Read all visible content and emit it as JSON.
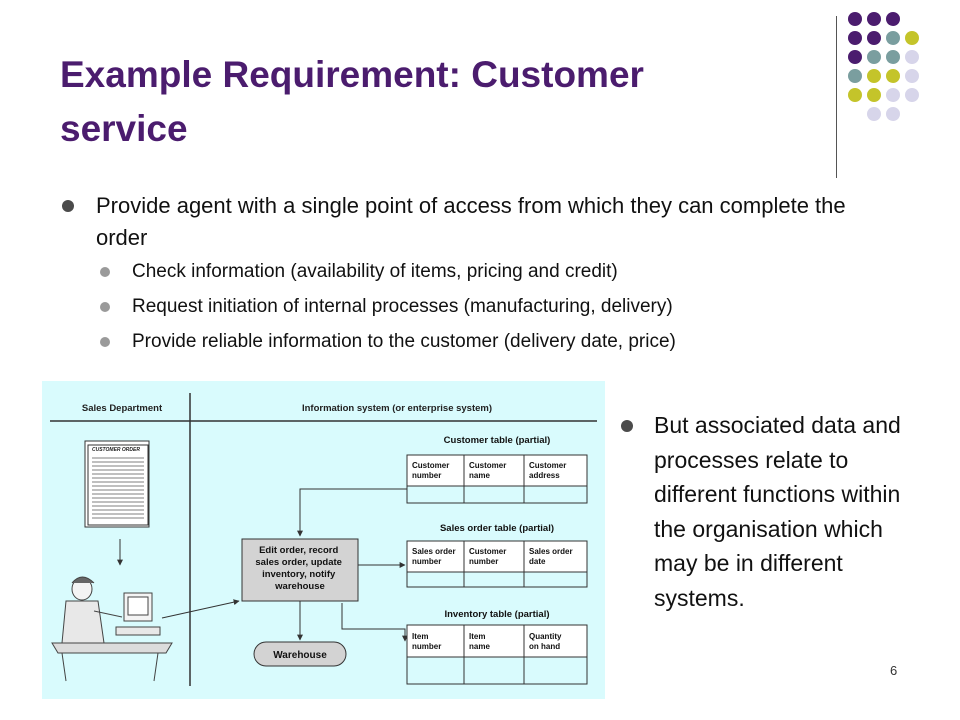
{
  "slide": {
    "title": "Example Requirement: Customer service",
    "bullets": [
      {
        "text": "Provide agent with a single point of access from which they can complete the order",
        "sub": [
          "Check information (availability of items, pricing and credit)",
          "Request initiation of internal processes (manufacturing, delivery)",
          "Provide reliable information to the customer (delivery date, price)"
        ]
      }
    ],
    "side_bullet": "But associated data and processes relate to different functions within the organisation which may be in different systems.",
    "page_number": "6"
  },
  "figure": {
    "left_header": "Sales Department",
    "right_header": "Information system (or enterprise system)",
    "doc_label": "CUSTOMER ORDER",
    "process_lines": [
      "Edit order, record",
      "sales order, update",
      "inventory, notify",
      "warehouse"
    ],
    "warehouse": "Warehouse",
    "tables": [
      {
        "title": "Customer table (partial)",
        "cols": [
          [
            "Customer",
            "number"
          ],
          [
            "Customer",
            "name"
          ],
          [
            "Customer",
            "address"
          ]
        ]
      },
      {
        "title": "Sales order table (partial)",
        "cols": [
          [
            "Sales order",
            "number"
          ],
          [
            "Customer",
            "number"
          ],
          [
            "Sales order",
            "date"
          ]
        ]
      },
      {
        "title": "Inventory table (partial)",
        "cols": [
          [
            "Item",
            "number"
          ],
          [
            "Item",
            "name"
          ],
          [
            "Quantity",
            "on hand"
          ]
        ]
      }
    ]
  },
  "colors": {
    "title": "#4b1c6e",
    "figure_bg": "#d9fbfd",
    "dot_purple": "#4b1c6e",
    "dot_teal": "#7a9e9f",
    "dot_olive": "#c4c42a",
    "dot_lavender": "#d7d5ea"
  },
  "decor_dots": [
    [
      "purple",
      "purple",
      "purple",
      null
    ],
    [
      "purple",
      "purple",
      "teal",
      "olive"
    ],
    [
      "purple",
      "teal",
      "teal",
      "lavender"
    ],
    [
      "teal",
      "olive",
      "olive",
      "lavender"
    ],
    [
      "olive",
      "olive",
      "lavender",
      "lavender"
    ],
    [
      null,
      "lavender",
      "lavender",
      null
    ]
  ]
}
